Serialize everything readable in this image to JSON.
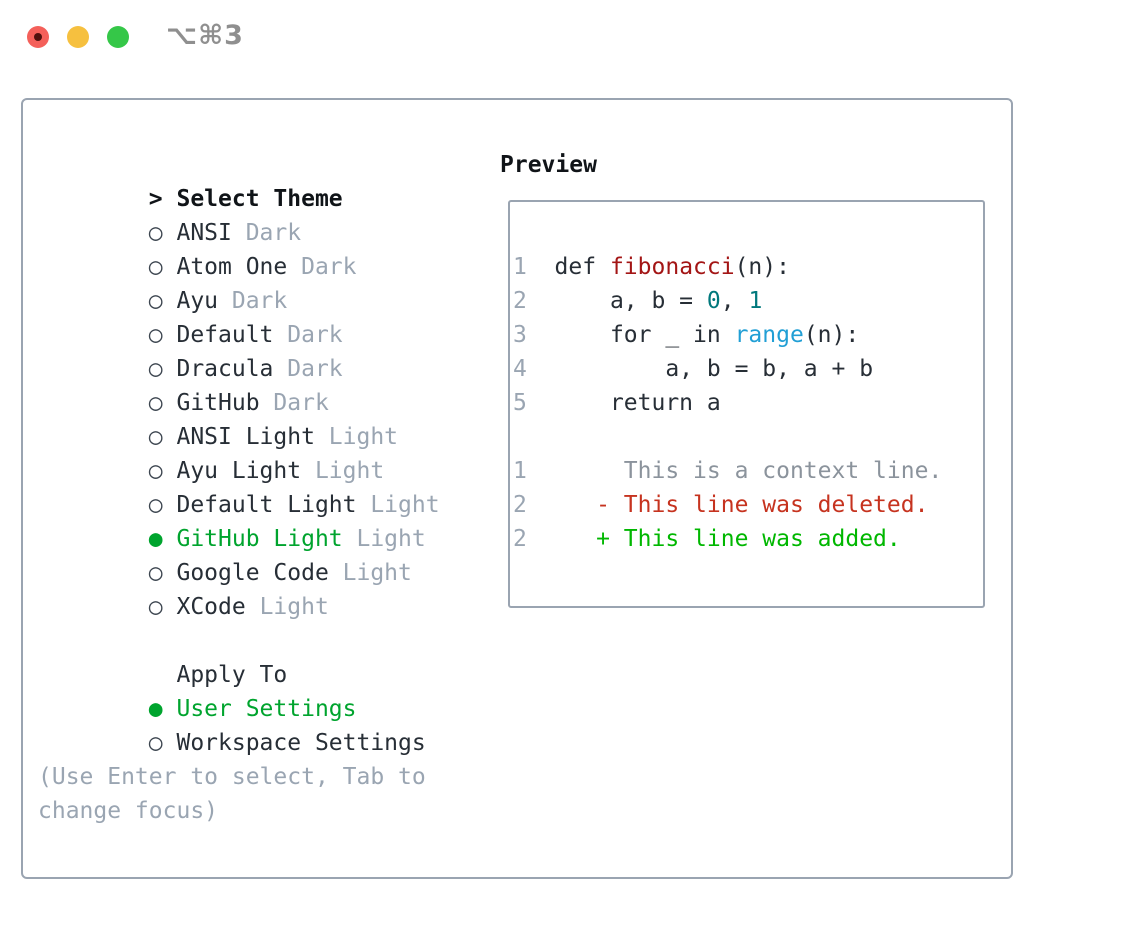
{
  "window": {
    "shortcut": "⌥⌘3"
  },
  "icons": {
    "prompt": ">",
    "radio_off": "○",
    "radio_on": "●"
  },
  "theme_list": {
    "header": "Select Theme",
    "items": [
      {
        "name": "ANSI",
        "variant": "Dark",
        "selected": false
      },
      {
        "name": "Atom One",
        "variant": "Dark",
        "selected": false
      },
      {
        "name": "Ayu",
        "variant": "Dark",
        "selected": false
      },
      {
        "name": "Default",
        "variant": "Dark",
        "selected": false
      },
      {
        "name": "Dracula",
        "variant": "Dark",
        "selected": false
      },
      {
        "name": "GitHub",
        "variant": "Dark",
        "selected": false
      },
      {
        "name": "ANSI Light",
        "variant": "Light",
        "selected": false
      },
      {
        "name": "Ayu Light",
        "variant": "Light",
        "selected": false
      },
      {
        "name": "Default Light",
        "variant": "Light",
        "selected": false
      },
      {
        "name": "GitHub Light",
        "variant": "Light",
        "selected": true
      },
      {
        "name": "Google Code",
        "variant": "Light",
        "selected": false
      },
      {
        "name": "XCode",
        "variant": "Light",
        "selected": false
      }
    ]
  },
  "apply_to": {
    "header": "Apply To",
    "items": [
      {
        "name": "User Settings",
        "selected": true
      },
      {
        "name": "Workspace Settings",
        "selected": false
      }
    ]
  },
  "hint": "(Use Enter to select, Tab to change focus)",
  "preview": {
    "title": "Preview",
    "code": [
      [
        {
          "c": "ln",
          "s": "1"
        },
        {
          "c": "fg",
          "s": "  def "
        },
        {
          "c": "func",
          "s": "fibonacci"
        },
        {
          "c": "fg",
          "s": "(n):"
        }
      ],
      [
        {
          "c": "ln",
          "s": "2"
        },
        {
          "c": "fg",
          "s": "      a, b = "
        },
        {
          "c": "num",
          "s": "0"
        },
        {
          "c": "fg",
          "s": ", "
        },
        {
          "c": "num",
          "s": "1"
        }
      ],
      [
        {
          "c": "ln",
          "s": "3"
        },
        {
          "c": "fg",
          "s": "      for _ in "
        },
        {
          "c": "call",
          "s": "range"
        },
        {
          "c": "fg",
          "s": "(n):"
        }
      ],
      [
        {
          "c": "ln",
          "s": "4"
        },
        {
          "c": "fg",
          "s": "          a, b = b, a + b"
        }
      ],
      [
        {
          "c": "ln",
          "s": "5"
        },
        {
          "c": "fg",
          "s": "      return a"
        }
      ],
      [],
      [
        {
          "c": "ln",
          "s": "1"
        },
        {
          "c": "ctx",
          "s": "       This is a context line."
        }
      ],
      [
        {
          "c": "ln",
          "s": "2"
        },
        {
          "c": "del",
          "s": "     - This line was deleted."
        }
      ],
      [
        {
          "c": "ln",
          "s": "2"
        },
        {
          "c": "add",
          "s": "     + This line was added."
        }
      ]
    ]
  },
  "colors": {
    "accent_green": "#00a42e",
    "added_green": "#00b700",
    "deleted_red": "#c6331f",
    "function_red": "#a31515",
    "number_teal": "#00787c",
    "call_blue": "#219fd5",
    "muted_gray": "#9aa5b2",
    "border_gray": "#9aa4b1",
    "traffic_red": "#f4605a",
    "traffic_yellow": "#f6c03f",
    "traffic_green": "#35c748"
  }
}
